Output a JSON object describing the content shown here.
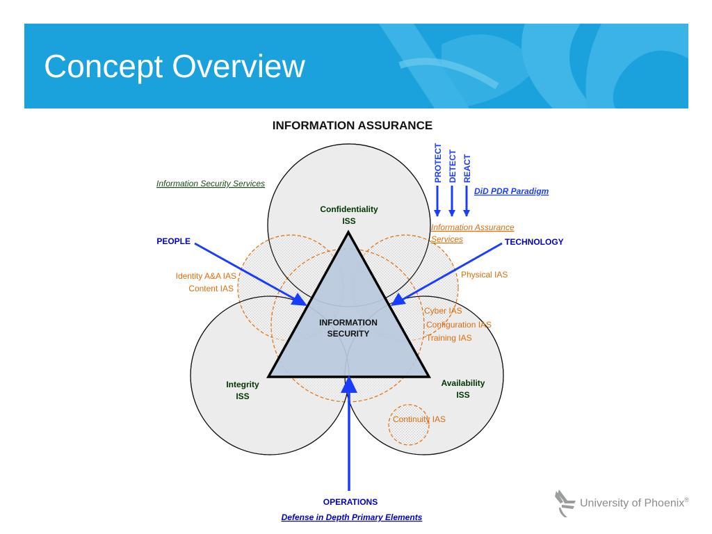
{
  "slide": {
    "title": "Concept Overview"
  },
  "diagram": {
    "heading": "INFORMATION ASSURANCE",
    "iss_label": "Information Security Services",
    "ias_label_line1": "Information Assurance",
    "ias_label_line2": "Services",
    "did_pdr": "DiD PDR Paradigm",
    "pdr": [
      "PROTECT",
      "DETECT",
      "REACT"
    ],
    "confidentiality": [
      "Confidentiality",
      "ISS"
    ],
    "integrity": [
      "Integrity",
      "ISS"
    ],
    "availability": [
      "Availability",
      "ISS"
    ],
    "center": [
      "INFORMATION",
      "SECURITY"
    ],
    "people": "PEOPLE",
    "technology": "TECHNOLOGY",
    "operations": "OPERATIONS",
    "did_elements": "Defense in Depth Primary Elements",
    "ias_left": [
      "Identity A&A IAS",
      "Content IAS"
    ],
    "ias_right_top": "Physical IAS",
    "ias_right_mid": [
      "Cyber IAS",
      "Configuration IAS",
      "Training IAS"
    ],
    "ias_bottom": "Continuity IAS"
  },
  "logo": {
    "text": "University of Phoenix",
    "mark": "®"
  },
  "colors": {
    "banner": "#1ba2dd",
    "blue_text": "#0000cc",
    "green_text": "#003300",
    "orange": "#e36c0a",
    "triangle_fill": "#b8c9dc",
    "circle_fill": "#ececec"
  }
}
